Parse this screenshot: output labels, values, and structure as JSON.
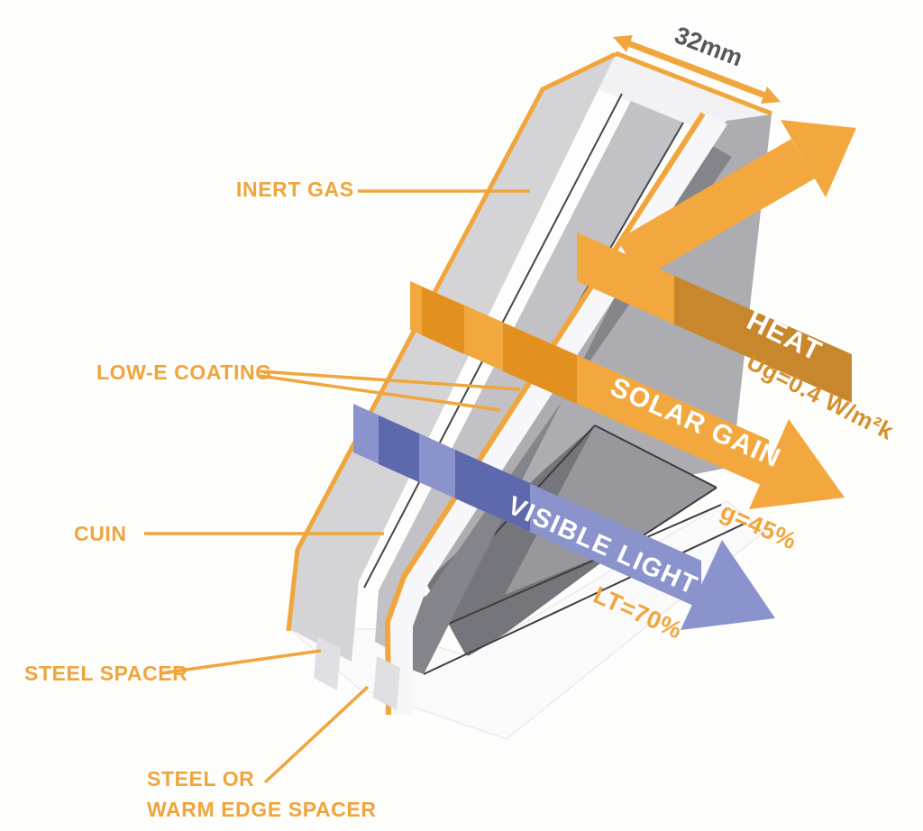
{
  "diagram": {
    "title_hint": "triple-glazing cross-section",
    "dimension_label": "32mm",
    "part_labels": {
      "inert_gas": "INERT GAS",
      "low_e_coating": "LOW-E COATING",
      "cuin": "CUIN",
      "steel_spacer": "STEEL SPACER",
      "steel_or_warm_edge_spacer_line1": "STEEL OR",
      "steel_or_warm_edge_spacer_line2": "WARM EDGE SPACER"
    },
    "energy_arrows": {
      "heat": {
        "label": "HEAT",
        "value": "Ug=0.4 W/m²k"
      },
      "solar_gain": {
        "label": "SOLAR GAIN",
        "value": "g=45%"
      },
      "visible_light": {
        "label": "VISIBLE LIGHT",
        "value": "LT=70%"
      }
    },
    "colors": {
      "accent_orange": "#F0A63D",
      "heat_dark_orange": "#C8862D",
      "heat_value_text": "#D3912E",
      "visible_light_blue": "#8A93CB",
      "visible_light_blue_dark": "#5E68AC",
      "glass_light": "#D4D4D7",
      "glass_mid": "#C1C1C6",
      "glass_dark": "#84848B",
      "dimension_text": "#58585C"
    }
  }
}
